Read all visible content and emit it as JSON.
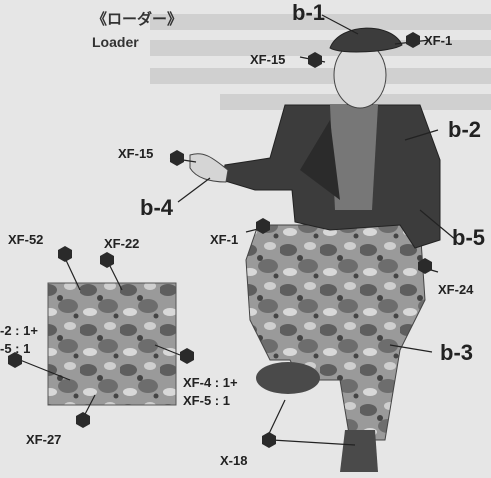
{
  "header": {
    "title": "《ローダー》",
    "subtitle": "Loader"
  },
  "labels": {
    "b1": "b-1",
    "b2": "b-2",
    "b3": "b-3",
    "b4": "b-4",
    "b5": "b-5",
    "xf1_cap": "XF-1",
    "xf15_cap": "XF-15",
    "xf15_hand": "XF-15",
    "xf1_belt": "XF-1",
    "xf24": "XF-24",
    "xf52": "XF-52",
    "xf22": "XF-22",
    "xf27": "XF-27",
    "x18": "X-18",
    "mix_right_1": "XF-4 : 1+",
    "mix_right_2": "XF-5 : 1",
    "mix_left_1": "-2 : 1+",
    "mix_left_2": "-5 : 1"
  },
  "colors": {
    "paint_marker": "#2a2a2a",
    "camo_base": "#8d8d8d"
  }
}
